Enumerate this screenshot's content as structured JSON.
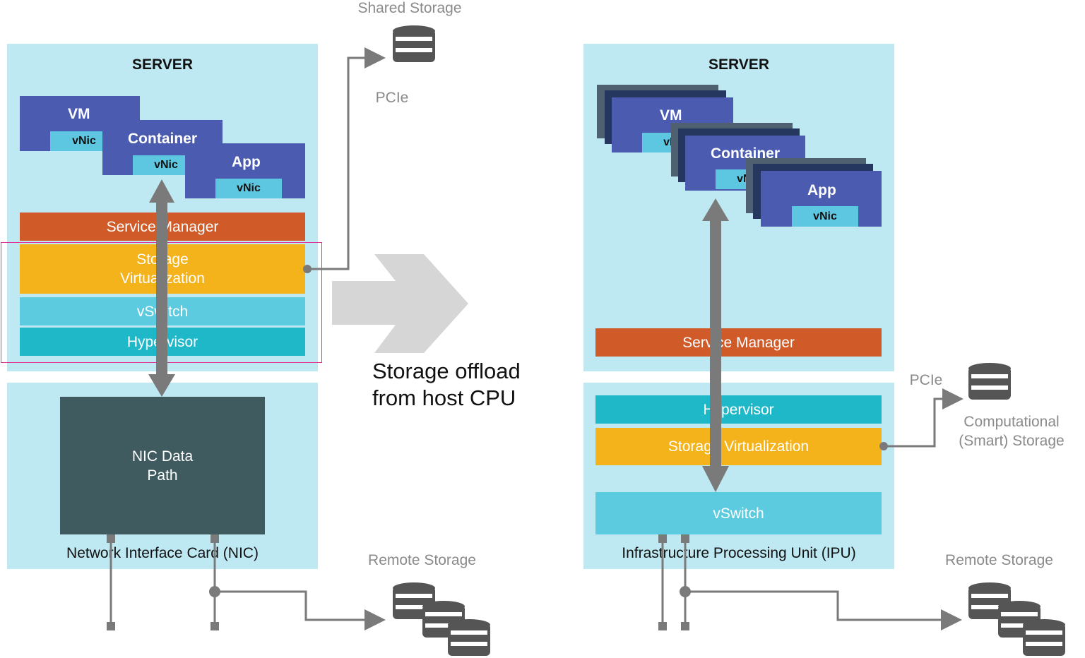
{
  "left": {
    "server_title": "SERVER",
    "vm": {
      "label": "VM",
      "vnic": "vNic"
    },
    "container": {
      "label": "Container",
      "vnic": "vNic"
    },
    "app": {
      "label": "App",
      "vnic": "vNic"
    },
    "service_manager": "Service Manager",
    "storage_virtualization": "Storage Virtualization",
    "vswitch": "vSwitch",
    "hypervisor": "Hypervisor",
    "nic_block": "NIC Data Path",
    "nic_title": "Network Interface Card (NIC)"
  },
  "right": {
    "server_title": "SERVER",
    "vm": {
      "label": "VM",
      "vnic": "vNic"
    },
    "container": {
      "label": "Container",
      "vnic": "vNic"
    },
    "app": {
      "label": "App",
      "vnic": "vNic"
    },
    "service_manager": "Service Manager",
    "hypervisor": "Hypervisor",
    "storage_virtualization": "Storage Virtualization",
    "vswitch": "vSwitch",
    "ipu_title": "Infrastructure Processing Unit (IPU)"
  },
  "labels": {
    "shared_storage": "Shared Storage",
    "pcie_left": "PCIe",
    "pcie_right": "PCIe",
    "remote_storage_left": "Remote Storage",
    "remote_storage_right": "Remote Storage",
    "computational_storage": "Computational (Smart) Storage",
    "offload_text": "Storage offload from host CPU"
  },
  "colors": {
    "panel": "#bfe9f2",
    "vm_blue": "#4a5bb0",
    "vnic_cyan": "#5dc7e2",
    "service_manager": "#d05a28",
    "storage_virtualization": "#f5b31b",
    "vswitch": "#5ccbe0",
    "hypervisor": "#1fb8c9",
    "nic_block": "#3f5b5f",
    "highlight_border": "#e0339a",
    "arrow_gray": "#7a7a7a"
  }
}
